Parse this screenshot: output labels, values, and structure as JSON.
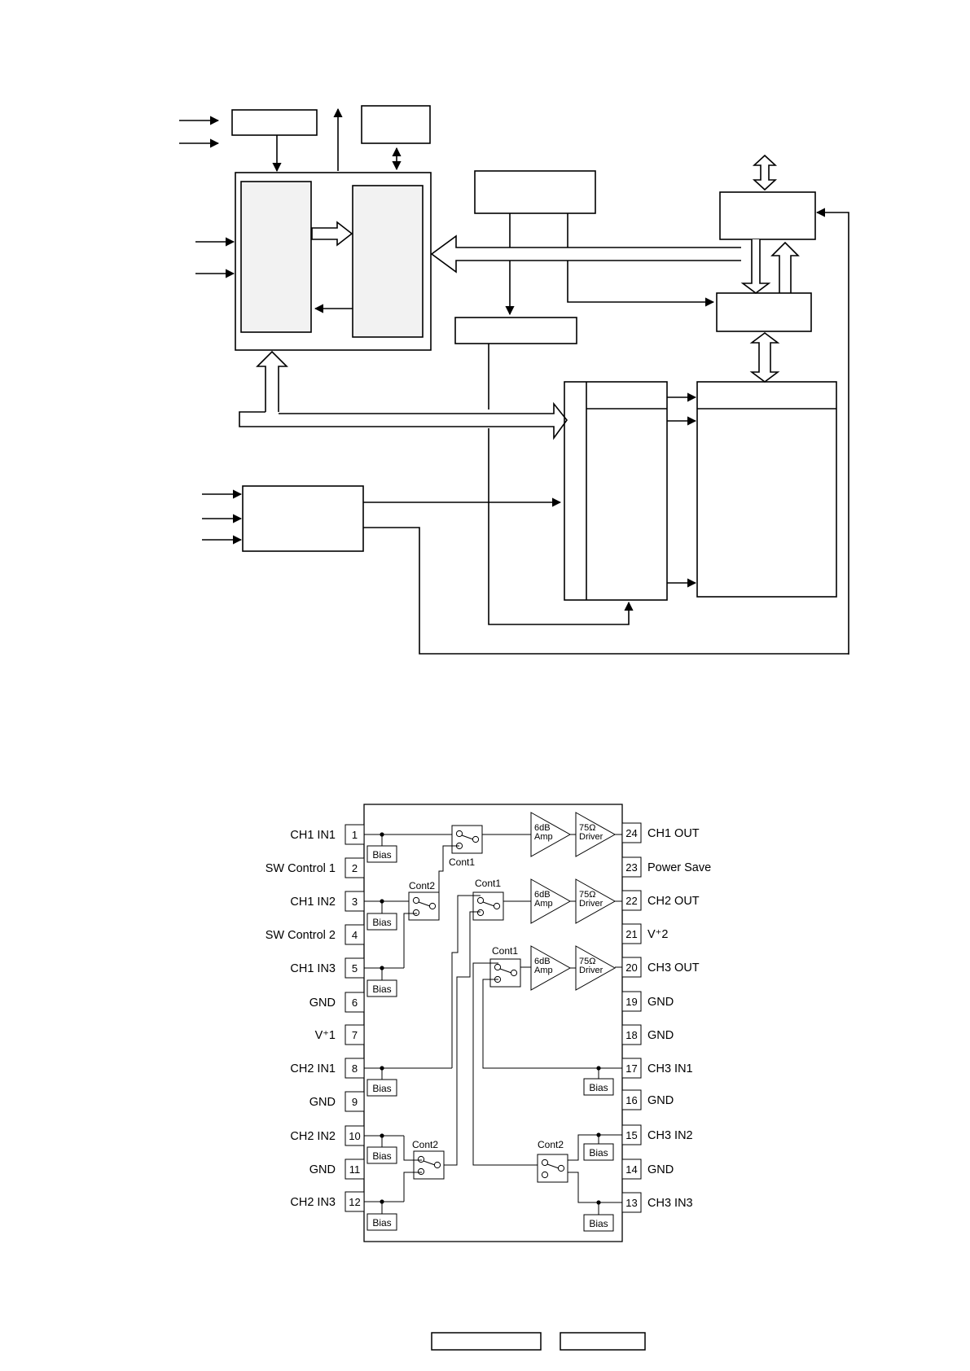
{
  "colors": {
    "stroke": "#000000",
    "shade": "#f2f2f2",
    "background": "#ffffff"
  },
  "pins_left": [
    {
      "num": "1",
      "label": "CH1 IN1"
    },
    {
      "num": "2",
      "label": "SW Control 1"
    },
    {
      "num": "3",
      "label": "CH1 IN2"
    },
    {
      "num": "4",
      "label": "SW Control 2"
    },
    {
      "num": "5",
      "label": "CH1 IN3"
    },
    {
      "num": "6",
      "label": "GND"
    },
    {
      "num": "7",
      "label": "V⁺1"
    },
    {
      "num": "8",
      "label": "CH2 IN1"
    },
    {
      "num": "9",
      "label": "GND"
    },
    {
      "num": "10",
      "label": "CH2 IN2"
    },
    {
      "num": "11",
      "label": "GND"
    },
    {
      "num": "12",
      "label": "CH2 IN3"
    }
  ],
  "pins_right": [
    {
      "num": "24",
      "label": "CH1 OUT"
    },
    {
      "num": "23",
      "label": "Power Save"
    },
    {
      "num": "22",
      "label": "CH2 OUT"
    },
    {
      "num": "21",
      "label": "V⁺2"
    },
    {
      "num": "20",
      "label": "CH3 OUT"
    },
    {
      "num": "19",
      "label": "GND"
    },
    {
      "num": "18",
      "label": "GND"
    },
    {
      "num": "17",
      "label": "CH3 IN1"
    },
    {
      "num": "16",
      "label": "GND"
    },
    {
      "num": "15",
      "label": "CH3 IN2"
    },
    {
      "num": "14",
      "label": "GND"
    },
    {
      "num": "13",
      "label": "CH3 IN3"
    }
  ],
  "internal": {
    "bias_label": "Bias",
    "cont1_label": "Cont1",
    "cont2_label": "Cont2",
    "amp_line1": "6dB",
    "amp_line2": "Amp",
    "driver_line1": "75Ω",
    "driver_line2": "Driver"
  }
}
